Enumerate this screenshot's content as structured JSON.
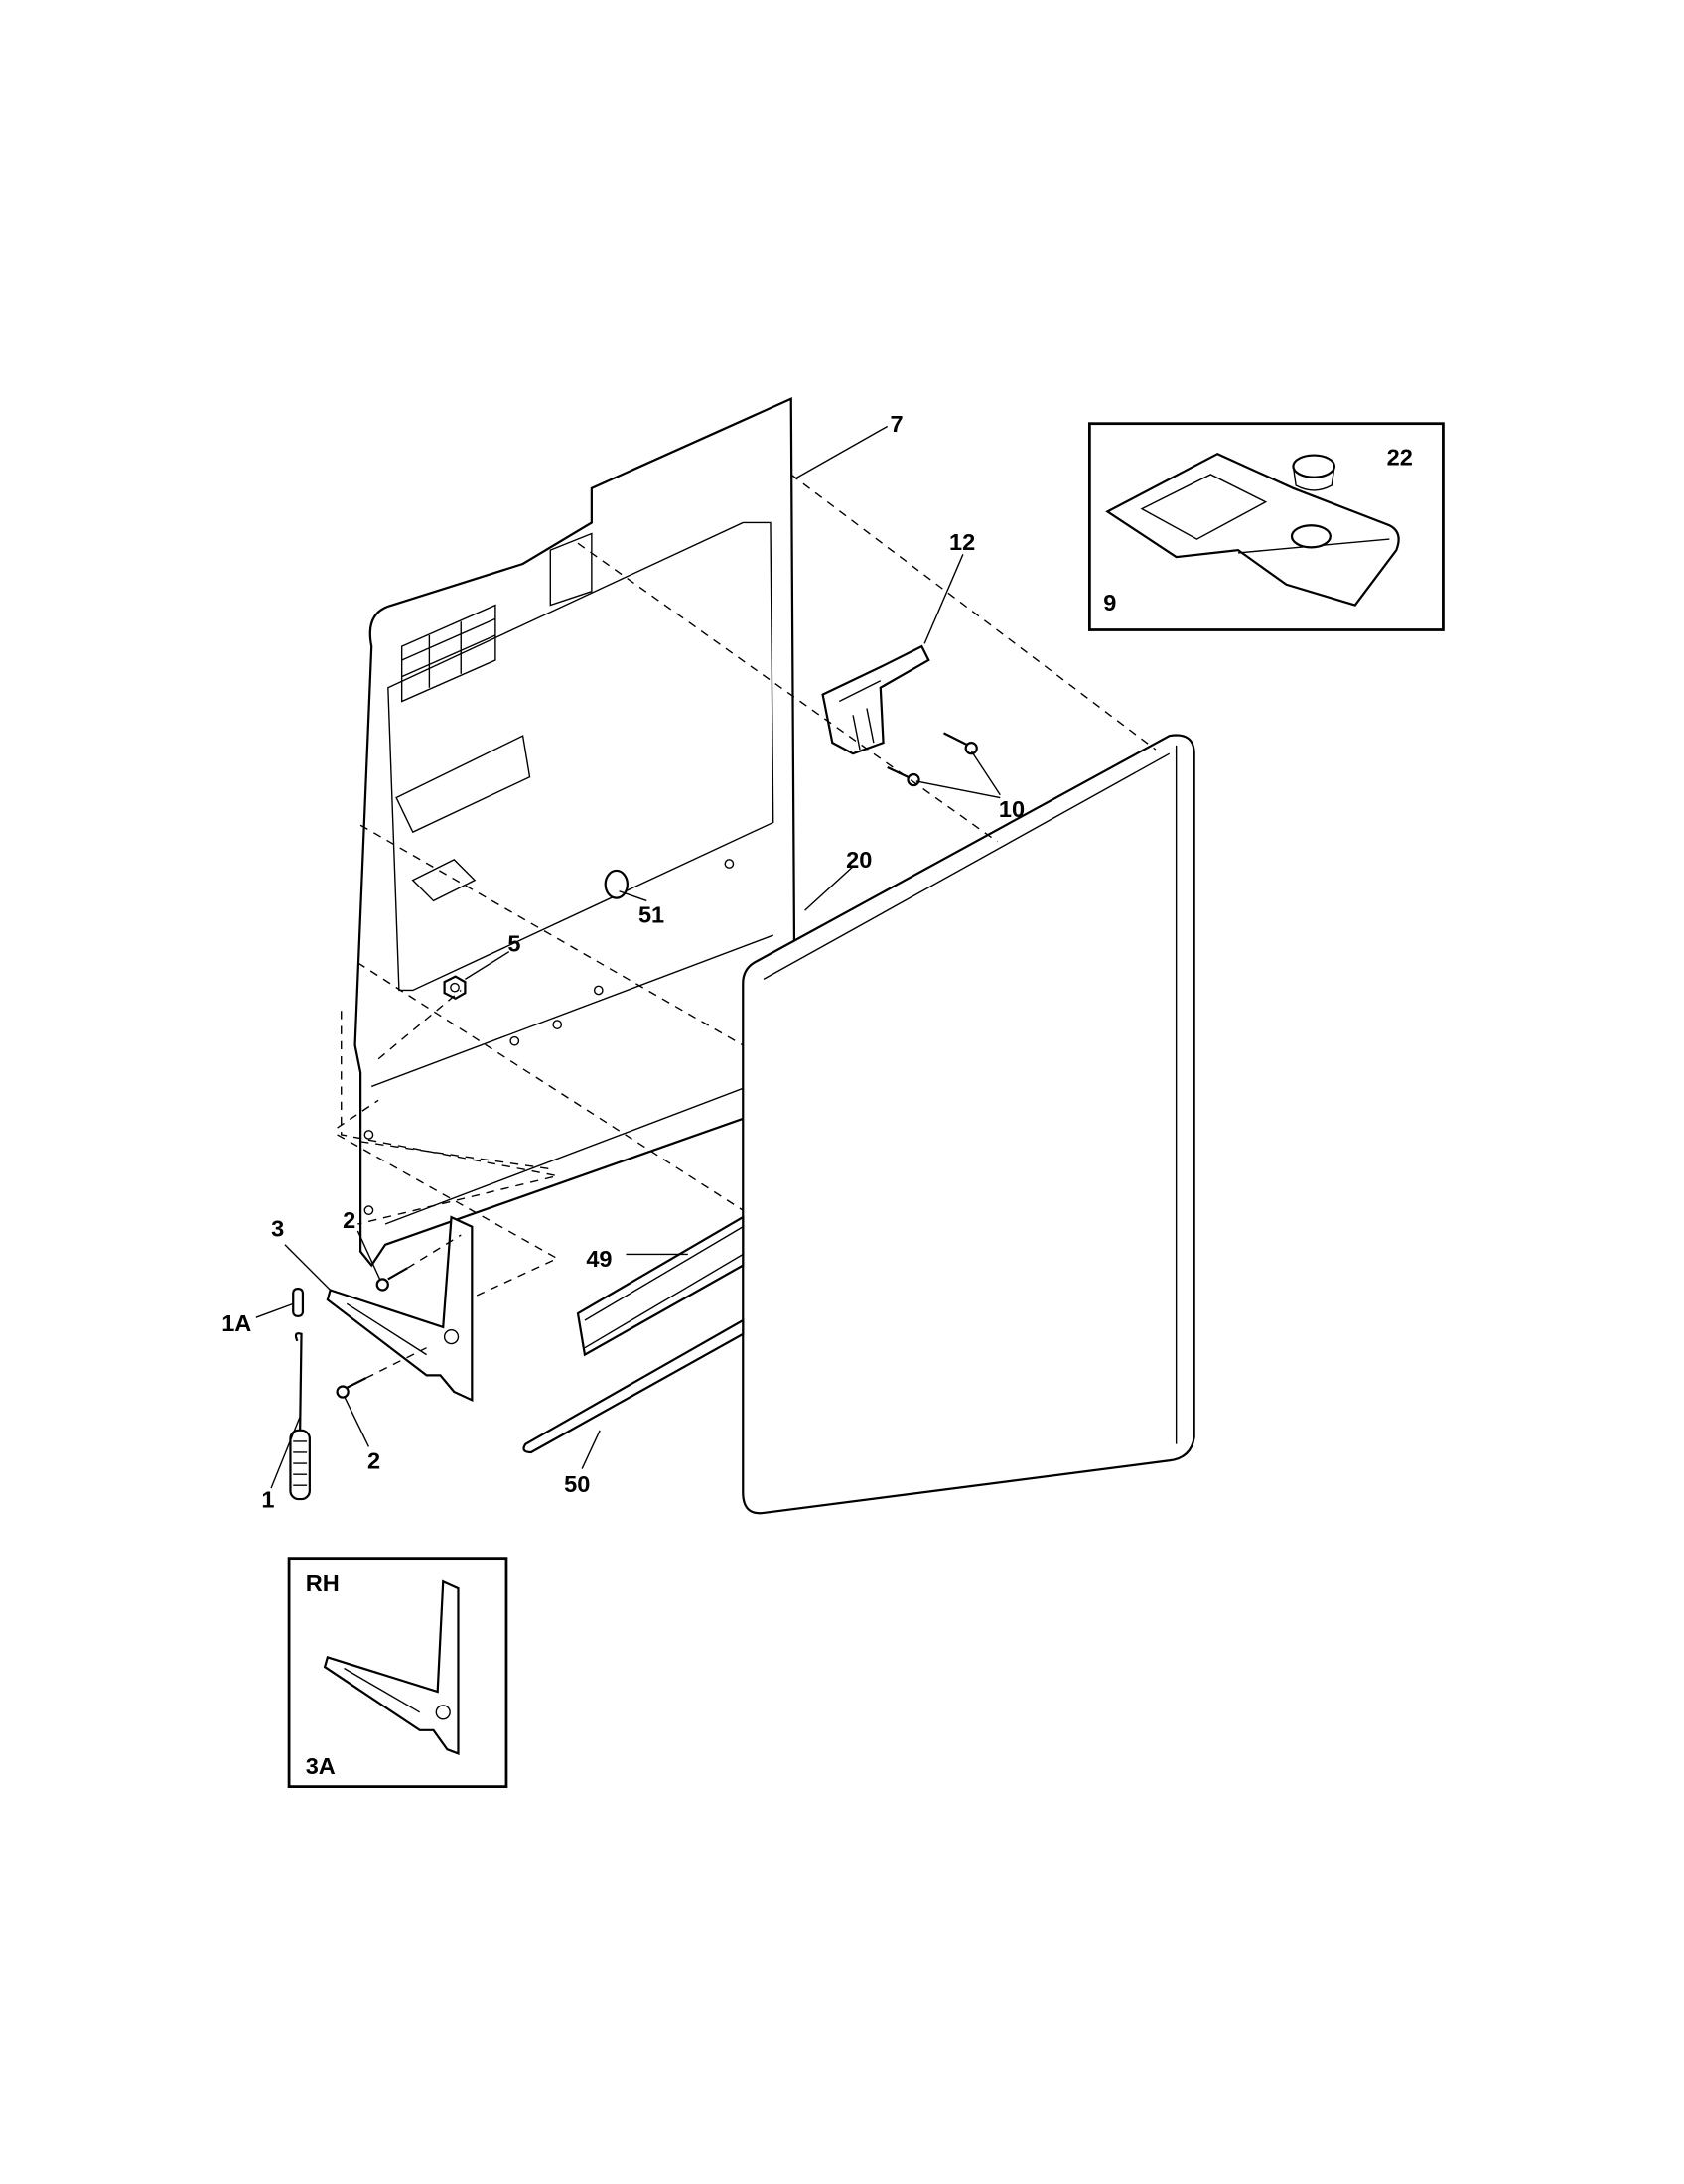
{
  "diagram": {
    "callouts": {
      "c7": "7",
      "c12": "12",
      "c22": "22",
      "c9": "9",
      "c10": "10",
      "c20": "20",
      "c51": "51",
      "c5": "5",
      "c2a": "2",
      "c3": "3",
      "c49": "49",
      "c1a": "1A",
      "c2b": "2",
      "c50": "50",
      "c1": "1"
    },
    "inset_rh": {
      "title": "RH",
      "part": "3A"
    }
  }
}
